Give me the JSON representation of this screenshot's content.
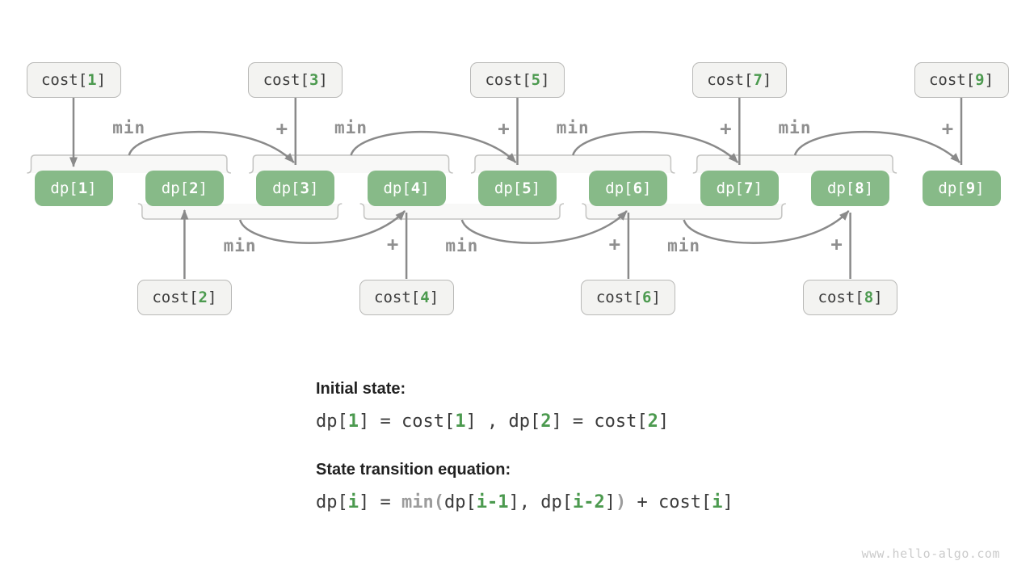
{
  "diagram": {
    "dp_boxes": [
      {
        "prefix": "dp[",
        "index": "1",
        "suffix": "]"
      },
      {
        "prefix": "dp[",
        "index": "2",
        "suffix": "]"
      },
      {
        "prefix": "dp[",
        "index": "3",
        "suffix": "]"
      },
      {
        "prefix": "dp[",
        "index": "4",
        "suffix": "]"
      },
      {
        "prefix": "dp[",
        "index": "5",
        "suffix": "]"
      },
      {
        "prefix": "dp[",
        "index": "6",
        "suffix": "]"
      },
      {
        "prefix": "dp[",
        "index": "7",
        "suffix": "]"
      },
      {
        "prefix": "dp[",
        "index": "8",
        "suffix": "]"
      },
      {
        "prefix": "dp[",
        "index": "9",
        "suffix": "]"
      }
    ],
    "cost_top": [
      {
        "prefix": "cost[",
        "index": "1",
        "suffix": "]"
      },
      {
        "prefix": "cost[",
        "index": "3",
        "suffix": "]"
      },
      {
        "prefix": "cost[",
        "index": "5",
        "suffix": "]"
      },
      {
        "prefix": "cost[",
        "index": "7",
        "suffix": "]"
      },
      {
        "prefix": "cost[",
        "index": "9",
        "suffix": "]"
      }
    ],
    "cost_bottom": [
      {
        "prefix": "cost[",
        "index": "2",
        "suffix": "]"
      },
      {
        "prefix": "cost[",
        "index": "4",
        "suffix": "]"
      },
      {
        "prefix": "cost[",
        "index": "6",
        "suffix": "]"
      },
      {
        "prefix": "cost[",
        "index": "8",
        "suffix": "]"
      }
    ],
    "labels": {
      "min": "min",
      "plus": "+"
    }
  },
  "notes": {
    "initial_heading": "Initial state:",
    "initial_parts": [
      {
        "text": "dp[",
        "style": "dark"
      },
      {
        "text": "1",
        "style": "green"
      },
      {
        "text": "] = cost[",
        "style": "dark"
      },
      {
        "text": "1",
        "style": "green"
      },
      {
        "text": "] , dp[",
        "style": "dark"
      },
      {
        "text": "2",
        "style": "green"
      },
      {
        "text": "] = cost[",
        "style": "dark"
      },
      {
        "text": "2",
        "style": "green"
      },
      {
        "text": "]",
        "style": "dark"
      }
    ],
    "transition_heading": "State transition equation:",
    "transition_parts": [
      {
        "text": "dp[",
        "style": "dark"
      },
      {
        "text": "i",
        "style": "green"
      },
      {
        "text": "] = ",
        "style": "dark"
      },
      {
        "text": "min",
        "style": "gray"
      },
      {
        "text": "(",
        "style": "gray"
      },
      {
        "text": "dp[",
        "style": "dark"
      },
      {
        "text": "i-1",
        "style": "green"
      },
      {
        "text": "], dp[",
        "style": "dark"
      },
      {
        "text": "i-2",
        "style": "green"
      },
      {
        "text": "]",
        "style": "dark"
      },
      {
        "text": ")",
        "style": "gray"
      },
      {
        "text": " + cost[",
        "style": "dark"
      },
      {
        "text": "i",
        "style": "green"
      },
      {
        "text": "]",
        "style": "dark"
      }
    ]
  },
  "watermark": "www.hello-algo.com",
  "colors": {
    "dp_box_green": "#87ba88",
    "index_green": "#4c9a4f",
    "arrow_gray": "#8a8a8a",
    "label_gray": "#8f8f8f",
    "cost_box_fill": "#f3f3f1",
    "bracket_fill": "#f8f8f7"
  }
}
